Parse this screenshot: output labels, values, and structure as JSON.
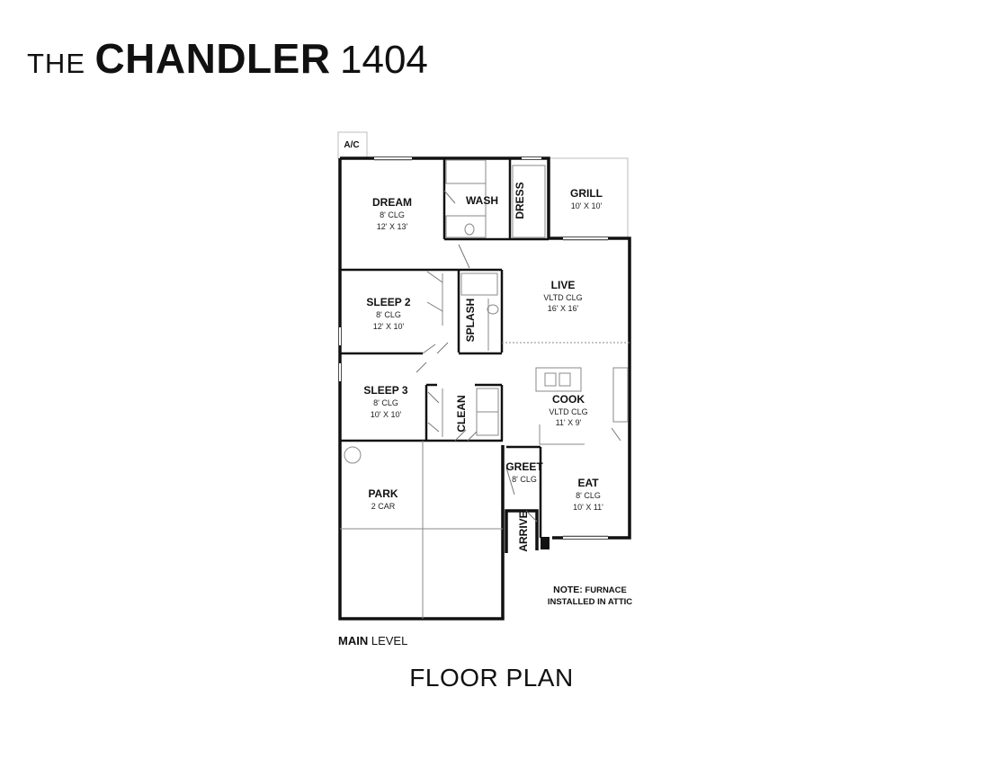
{
  "header": {
    "prefix": "THE",
    "name": "CHANDLER",
    "number": "1404"
  },
  "level": {
    "bold": "MAIN",
    "rest": "LEVEL"
  },
  "note": {
    "bold": "NOTE:",
    "line1": "FURNACE",
    "line2": "INSTALLED IN ATTIC"
  },
  "caption": "FLOOR PLAN",
  "rooms": {
    "ac": {
      "name": "A/C"
    },
    "dream": {
      "name": "DREAM",
      "ceiling": "8' CLG",
      "size": "12' X 13'"
    },
    "wash": {
      "name": "WASH"
    },
    "dress": {
      "name": "DRESS"
    },
    "grill": {
      "name": "GRILL",
      "size": "10' X 10'"
    },
    "sleep2": {
      "name": "SLEEP 2",
      "ceiling": "8' CLG",
      "size": "12' X 10'"
    },
    "splash": {
      "name": "SPLASH"
    },
    "live": {
      "name": "LIVE",
      "ceiling": "VLTD CLG",
      "size": "16' X 16'"
    },
    "sleep3": {
      "name": "SLEEP 3",
      "ceiling": "8' CLG",
      "size": "10' X 10'"
    },
    "clean": {
      "name": "CLEAN"
    },
    "cook": {
      "name": "COOK",
      "ceiling": "VLTD CLG",
      "size": "11' X 9'"
    },
    "greet": {
      "name": "GREET",
      "ceiling": "8' CLG"
    },
    "eat": {
      "name": "EAT",
      "ceiling": "8' CLG",
      "size": "10' X 11'"
    },
    "park": {
      "name": "PARK",
      "capacity": "2 CAR"
    },
    "arrive": {
      "name": "ARRIVE"
    }
  }
}
